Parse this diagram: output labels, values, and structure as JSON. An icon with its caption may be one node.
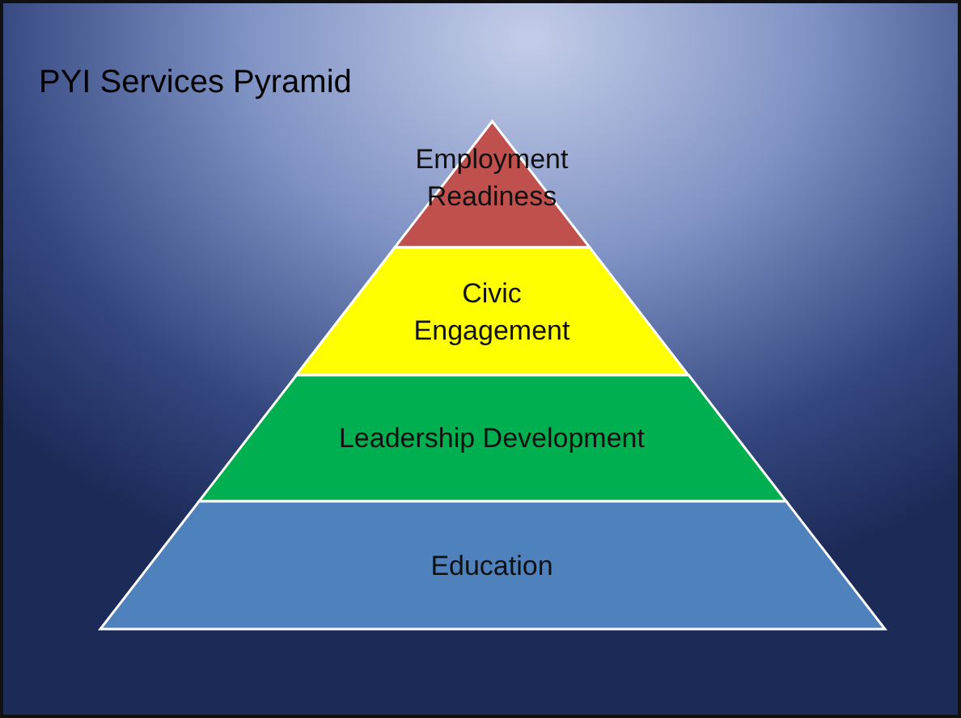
{
  "diagram": {
    "title": "PYI Services Pyramid",
    "nodes": [
      {
        "text": [
          "Employment Readiness"
        ]
      },
      {
        "text": [
          "Civic Engagement"
        ]
      },
      {
        "text": [
          "Leadership Development"
        ]
      },
      {
        "text": [
          "Education"
        ]
      }
    ]
  }
}
